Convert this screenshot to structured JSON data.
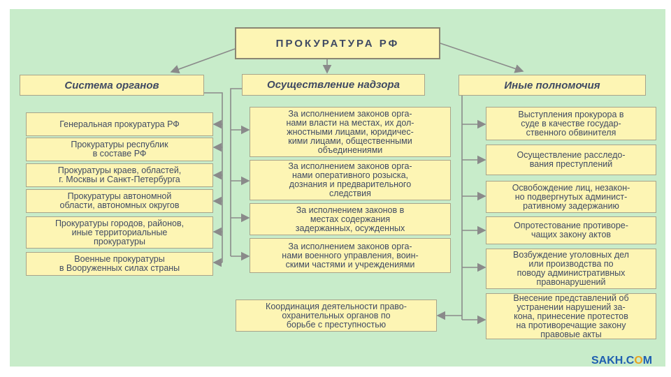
{
  "title": "ПРОКУРАТУРА РФ",
  "columns": [
    {
      "heading": "Система органов",
      "items": [
        "Генеральная прокуратура РФ",
        "Прокуратуры республик\nв составе РФ",
        "Прокуратуры краев, областей,\nг. Москвы и Санкт-Петербурга",
        "Прокуратуры автономной\nобласти, автономных округов",
        "Прокуратуры городов, районов,\nиные территориальные\nпрокуратуры",
        "Военные прокуратуры\nв Вооруженных силах страны"
      ]
    },
    {
      "heading": "Осуществление надзора",
      "items": [
        "За исполнением законов орга-\nнами власти на местах, их дол-\nжностными лицами, юридичес-\nкими лицами, общественными\nобъединениями",
        "За исполнением законов орга-\nнами оперативного розыска,\nдознания и предварительного\nследствия",
        "За исполнением законов в\nместах содержания\nзадержанных, осужденных",
        "За исполнением законов орга-\nнами военного управления, воин-\nскими частями и учреждениями"
      ]
    },
    {
      "heading": "Иные полномочия",
      "items": [
        "Выступления прокурора в\nсуде в качестве государ-\nственного обвинителя",
        "Осуществление расследо-\nвания преступлений",
        "Освобождение лиц, незакон-\nно подвергнутых админист-\nративному задержанию",
        "Опротестование противоре-\nчащих закону актов",
        "Возбуждение уголовных дел\nили производства по\nповоду административных\nправонарушений",
        "Внесение представлений об\nустранении нарушений за-\nкона, принесение протестов\nна противоречащие закону\nправовые акты"
      ]
    }
  ],
  "coordination": "Координация деятельности право-\nохранительных органов по\nборьбе с преступностью",
  "logo": {
    "main": "SAKH.C",
    "o": "O",
    "end": "M"
  }
}
